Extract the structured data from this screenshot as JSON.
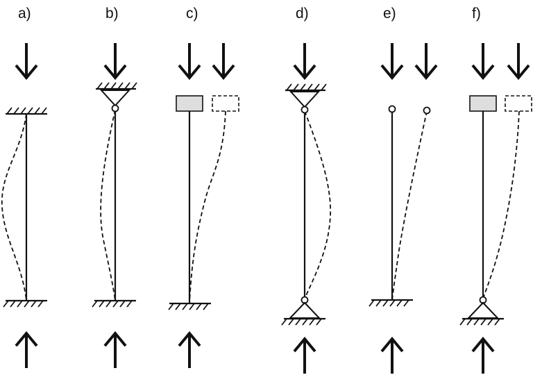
{
  "panels": [
    {
      "id": "a",
      "label": "a)"
    },
    {
      "id": "b",
      "label": "b)"
    },
    {
      "id": "c",
      "label": "c)"
    },
    {
      "id": "d",
      "label": "d)"
    },
    {
      "id": "e",
      "label": "e)"
    },
    {
      "id": "f",
      "label": "f)"
    }
  ]
}
